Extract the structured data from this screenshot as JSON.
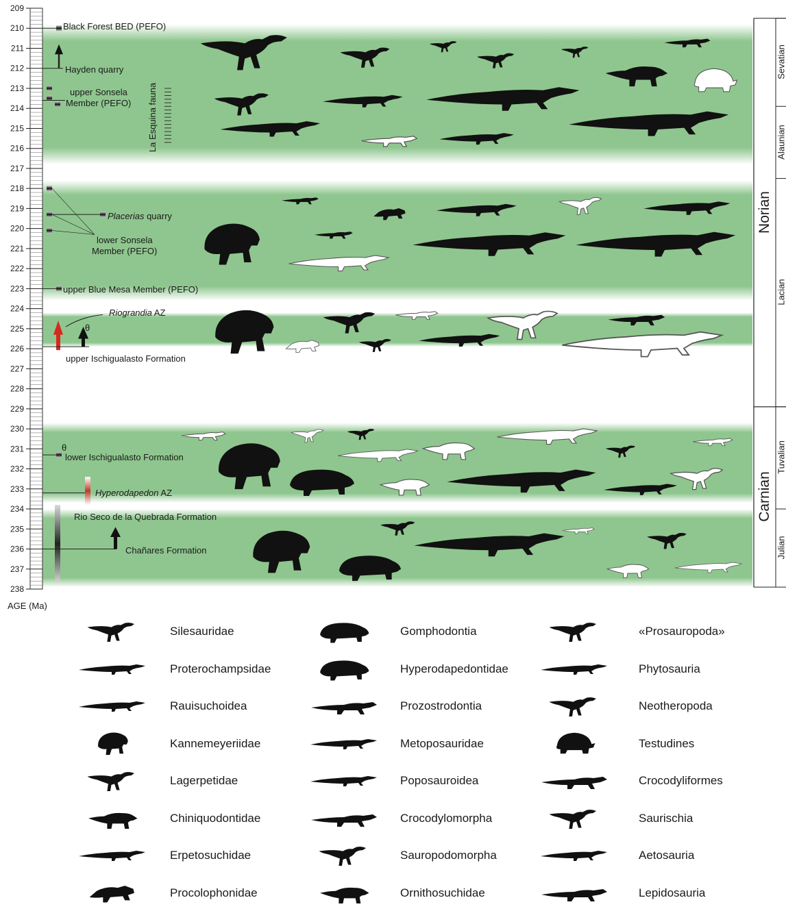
{
  "axis": {
    "label": "AGE (Ma)",
    "min": 209,
    "max": 238,
    "ticks": [
      209,
      210,
      211,
      212,
      213,
      214,
      215,
      216,
      217,
      218,
      219,
      220,
      221,
      222,
      223,
      224,
      225,
      226,
      227,
      228,
      229,
      230,
      231,
      232,
      233,
      234,
      235,
      236,
      237,
      238
    ]
  },
  "bands": [
    {
      "from": 209.8,
      "to": 216.8
    },
    {
      "from": 217.6,
      "to": 223.6
    },
    {
      "from": 224.2,
      "to": 225.9
    },
    {
      "from": 229.7,
      "to": 233.7
    },
    {
      "from": 234.0,
      "to": 237.9
    }
  ],
  "colors": {
    "band": "#8fc68f",
    "silhouette": "#111111",
    "arrow_red": "#d62a1f"
  },
  "stages": [
    {
      "name": "Norian",
      "from": 209.5,
      "to": 228.9
    },
    {
      "name": "Carnian",
      "from": 228.9,
      "to": 237.9
    }
  ],
  "substages": [
    {
      "name": "Sevatian",
      "from": 209.5,
      "to": 213.9
    },
    {
      "name": "Alaunian",
      "from": 213.9,
      "to": 217.5
    },
    {
      "name": "Lacian",
      "from": 217.5,
      "to": 228.9
    },
    {
      "name": "Tuvalian",
      "from": 228.9,
      "to": 234.0
    },
    {
      "name": "Julian",
      "from": 234.0,
      "to": 237.9
    }
  ],
  "units": {
    "black_forest": "Black Forest BED (PEFO)",
    "hayden": "Hayden quarry",
    "upper_sonsela_1": "upper Sonsela",
    "upper_sonsela_2": "Member (PEFO)",
    "la_esquina": "La Esquina fauna",
    "placerias_i": "Placerias",
    "placerias_rest": " quarry",
    "lower_sonsela_1": "lower Sonsela",
    "lower_sonsela_2": "Member (PEFO)",
    "upper_blue_mesa": "upper Blue Mesa Member (PEFO)",
    "riograndia_i": "Riograndia",
    "riograndia_rest": " AZ",
    "theta1": "θ",
    "upper_ischigualasto": "upper Ischigualasto Formation",
    "theta2": "θ",
    "lower_ischigualasto": "lower Ischigualasto Formation",
    "hyperodapedon_i": "Hyperodapedon",
    "hyperodapedon_rest": " AZ",
    "rio_seco": "Rio Seco de la Quebrada Formation",
    "chanares": "Chañares Formation"
  },
  "legend": [
    {
      "name": "Silesauridae",
      "icon": "silesaurid-icon"
    },
    {
      "name": "Gomphodontia",
      "icon": "gomphodont-icon"
    },
    {
      "name": "«Prosauropoda»",
      "icon": "prosauropod-icon"
    },
    {
      "name": "Proterochampsidae",
      "icon": "proterochampsid-icon"
    },
    {
      "name": "Hyperodapedontidae",
      "icon": "hyperodapedontid-icon"
    },
    {
      "name": "Phytosauria",
      "icon": "phytosaur-icon"
    },
    {
      "name": "Rauisuchoidea",
      "icon": "rauisuchoid-icon"
    },
    {
      "name": "Prozostrodontia",
      "icon": "prozostrodont-icon"
    },
    {
      "name": "Neotheropoda",
      "icon": "neotheropod-icon"
    },
    {
      "name": "Kannemeyeriidae",
      "icon": "kannemeyeriid-icon"
    },
    {
      "name": "Metoposauridae",
      "icon": "metoposaurid-icon"
    },
    {
      "name": "Testudines",
      "icon": "turtle-icon"
    },
    {
      "name": "Lagerpetidae",
      "icon": "lagerpetid-icon"
    },
    {
      "name": "Poposauroidea",
      "icon": "poposauroid-icon"
    },
    {
      "name": "Crocodyliformes",
      "icon": "crocodyliform-icon"
    },
    {
      "name": "Chiniquodontidae",
      "icon": "chiniquodontid-icon"
    },
    {
      "name": "Crocodylomorpha",
      "icon": "crocodylomorph-icon"
    },
    {
      "name": "Saurischia",
      "icon": "saurischian-icon"
    },
    {
      "name": "Erpetosuchidae",
      "icon": "erpetosuchid-icon"
    },
    {
      "name": "Sauropodomorpha",
      "icon": "sauropodomorph-icon"
    },
    {
      "name": "Aetosauria",
      "icon": "aetosaur-icon"
    },
    {
      "name": "Procolophonidae",
      "icon": "procolophonid-icon"
    },
    {
      "name": "Ornithosuchidae",
      "icon": "ornithosuchid-icon"
    },
    {
      "name": "Lepidosauria",
      "icon": "lepidosaur-icon"
    }
  ]
}
